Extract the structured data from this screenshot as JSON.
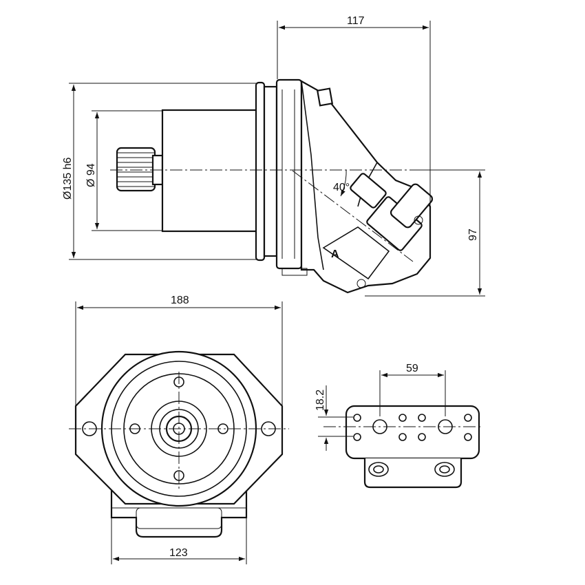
{
  "dimensions": {
    "top_width": "117",
    "flange_dia": "Ø135 h6",
    "pilot_dia": "Ø 94",
    "angle": "40°",
    "height_97": "97",
    "front_width": "188",
    "base_width": "123",
    "port_spacing": "59",
    "port_height": "18.2"
  },
  "port_label": "A",
  "colors": {
    "line": "#111111",
    "background": "#ffffff"
  }
}
